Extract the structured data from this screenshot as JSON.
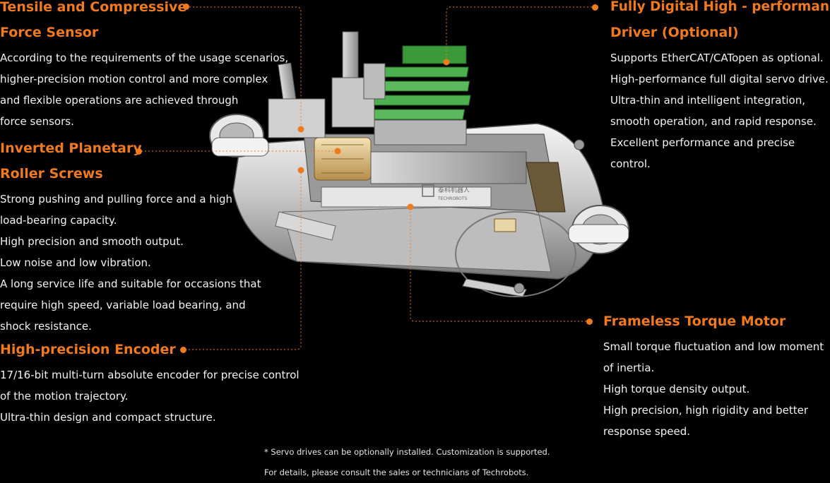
{
  "accent_color": "#f07a1f",
  "sections": {
    "force_sensor": {
      "title": [
        "Tensile and Compressive",
        "Force Sensor"
      ],
      "lines": [
        "According to the requirements of the usage scenarios,",
        "higher-precision motion control and more complex",
        "and flexible operations are achieved through",
        "force sensors."
      ]
    },
    "roller_screws": {
      "title": [
        "Inverted Planetary",
        "Roller Screws"
      ],
      "lines": [
        "Strong pushing and pulling force and a high",
        "load-bearing capacity.",
        "High precision and smooth output.",
        "Low noise and low vibration.",
        "A long service life and suitable for occasions that",
        "require high speed, variable load bearing, and",
        "shock resistance."
      ]
    },
    "encoder": {
      "title": [
        "High-precision Encoder"
      ],
      "lines": [
        "17/16-bit multi-turn absolute encoder for precise control",
        "of the motion trajectory.",
        "Ultra-thin design and compact structure."
      ]
    },
    "driver": {
      "title": [
        "Fully Digital High - performance",
        "Driver (Optional)"
      ],
      "lines": [
        "Supports EtherCAT/CATopen as optional.",
        "High-performance full digital servo drive.",
        "Ultra-thin and intelligent integration,",
        "smooth operation, and rapid response.",
        "Excellent performance and precise",
        "control."
      ]
    },
    "motor": {
      "title": [
        "Frameless Torque Motor"
      ],
      "lines": [
        "Small torque fluctuation and low moment",
        "of inertia.",
        "High torque density output.",
        "High precision, high rigidity and better",
        "response speed."
      ]
    }
  },
  "footnote": [
    "*  Servo drives can be optionally installed. Customization is supported.",
    "    For details, please consult the sales or technicians of Techrobots."
  ],
  "product_logo_text": "泰科机器人 TECHROBOTS"
}
